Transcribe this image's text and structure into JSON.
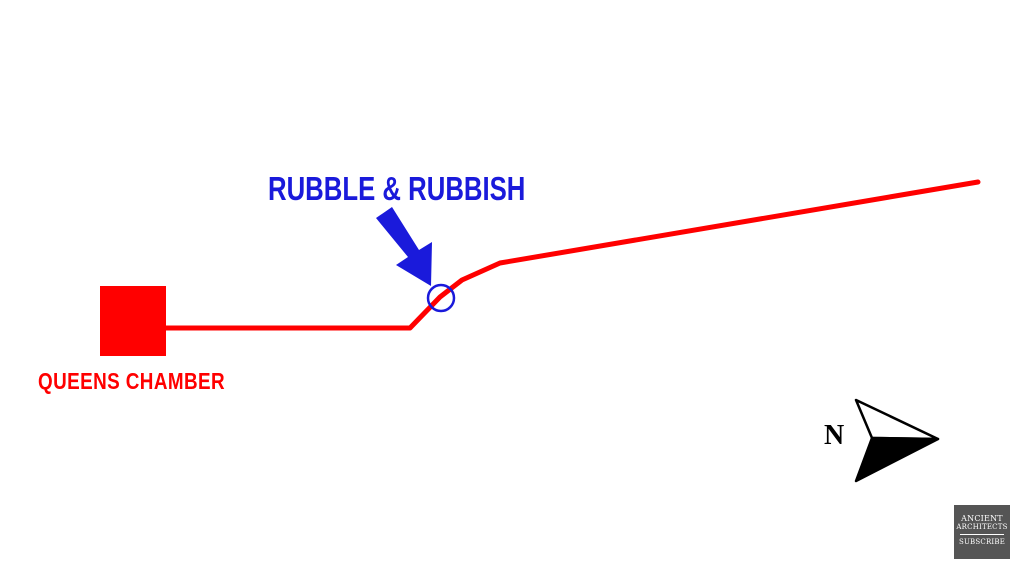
{
  "diagram": {
    "chamber_label": "QUEENS CHAMBER",
    "callout_label": "RUBBLE & RUBBISH",
    "compass_label": "N",
    "colors": {
      "shaft": "#ff0000",
      "callout": "#1a1adb",
      "compass": "#000000"
    },
    "icons": [
      "compass-arrow-icon",
      "callout-arrow-icon"
    ]
  },
  "badge": {
    "line1": "ANCIENT",
    "line2": "ARCHITECTS",
    "action": "SUBSCRIBE"
  }
}
